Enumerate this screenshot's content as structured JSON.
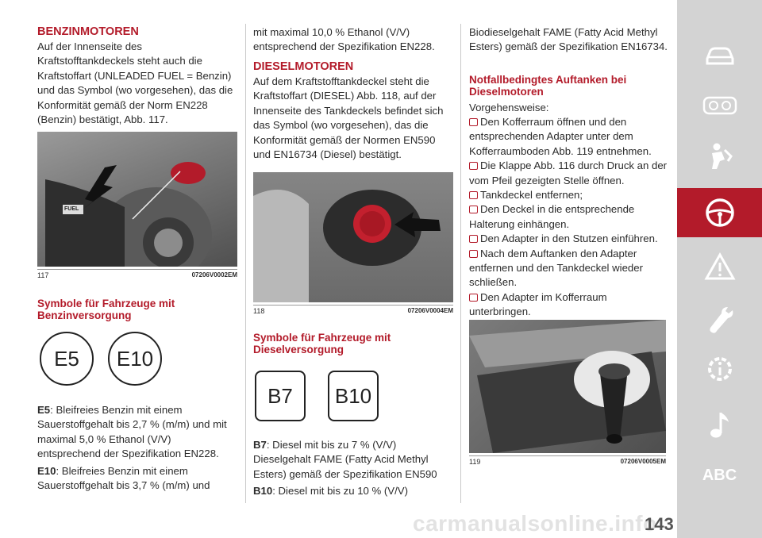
{
  "col1": {
    "heading_petrol": "BENZINMOTOREN",
    "para_petrol": "Auf der Innenseite des Kraftstofftankdeckels steht auch die Kraftstoffart (UNLEADED FUEL = Benzin) und das Symbol (wo vorgesehen), das die Konformität gemäß der Norm EN228 (Benzin) bestätigt, Abb. 117.",
    "fig117_num": "117",
    "fig117_code": "07206V0002EM",
    "fig117_label": "FUEL",
    "heading_symbols_petrol": "Symbole für Fahrzeuge mit Benzinversorgung",
    "badge_e5": "E5",
    "badge_e10": "E10",
    "e5_label": "E5",
    "e5_text": ": Bleifreies Benzin mit einem Sauerstoffgehalt bis 2,7 % (m/m) und mit maximal 5,0 % Ethanol (V/V) entsprechend der Spezifikation EN228.",
    "e10_label": "E10",
    "e10_text": ": Bleifreies Benzin mit einem Sauerstoffgehalt bis 3,7 % (m/m) und"
  },
  "col2": {
    "para_cont": "mit maximal 10,0 % Ethanol (V/V) entsprechend der Spezifikation EN228.",
    "heading_diesel": "DIESELMOTOREN",
    "para_diesel": "Auf dem Kraftstofftankdeckel steht die Kraftstoffart (DIESEL) Abb. 118, auf der Innenseite des Tankdeckels befindet sich das Symbol (wo vorgesehen), das die Konformität gemäß der Normen EN590 und EN16734 (Diesel) bestätigt.",
    "fig118_num": "118",
    "fig118_code": "07206V0004EM",
    "heading_symbols_diesel": "Symbole für Fahrzeuge mit Dieselversorgung",
    "badge_b7": "B7",
    "badge_b10": "B10",
    "b7_label": "B7",
    "b7_text": ": Diesel mit bis zu 7 % (V/V) Dieselgehalt FAME (Fatty Acid Methyl Esters) gemäß der Spezifikation EN590",
    "b10_label": "B10",
    "b10_text": ": Diesel mit bis zu 10 % (V/V)"
  },
  "col3": {
    "para_cont": "Biodieselgehalt FAME (Fatty Acid Methyl Esters) gemäß der Spezifikation EN16734.",
    "heading_emergency": "Notfallbedingtes Auftanken bei Dieselmotoren",
    "procedure": "Vorgehensweise:",
    "steps": [
      "Den Kofferraum öffnen und den entsprechenden Adapter unter dem Kofferraumboden Abb. 119 entnehmen.",
      "Die Klappe Abb. 116 durch Druck an der vom Pfeil gezeigten Stelle öffnen.",
      "Tankdeckel entfernen;",
      "Den Deckel in die entsprechende Halterung einhängen.",
      "Den Adapter in den Stutzen einführen.",
      "Nach dem Auftanken den Adapter entfernen und den Tankdeckel wieder schließen.",
      "Den Adapter im Kofferraum unterbringen."
    ],
    "fig119_num": "119",
    "fig119_code": "07206V0005EM"
  },
  "sidebar": {
    "items": [
      "car-icon",
      "dashboard-icon",
      "seat-person-icon",
      "steering-wheel-icon",
      "warning-triangle-icon",
      "wrench-icon",
      "gear-info-icon",
      "music-note-icon"
    ],
    "abc": "ABC",
    "active_color": "#b31b2a"
  },
  "page_number": "143",
  "watermark": "carmanualsonline.info",
  "accent": "#b31b2a"
}
